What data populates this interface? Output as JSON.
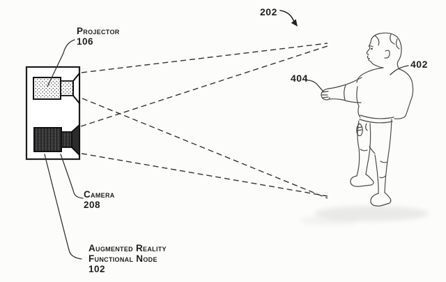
{
  "figure": {
    "background": "#fcfcfb",
    "ink_color": "#2d2d2d",
    "scene_ref": "202",
    "projector_label": {
      "name": "Projector",
      "ref": "106"
    },
    "camera_label": {
      "name": "Camera",
      "ref": "208"
    },
    "arfn_label": {
      "line1": "Augmented Reality",
      "line2": "Functional Node",
      "ref": "102"
    },
    "person_ref": "402",
    "hand_ref": "404",
    "icons": {
      "arfn_housing": "arfn-housing-box",
      "projector": "projector-icon",
      "camera": "camera-icon",
      "field_lines": "projection-field-dashed-lines",
      "arrow": "ref-202-arrow-icon",
      "person": "standing-person-sketch"
    }
  }
}
